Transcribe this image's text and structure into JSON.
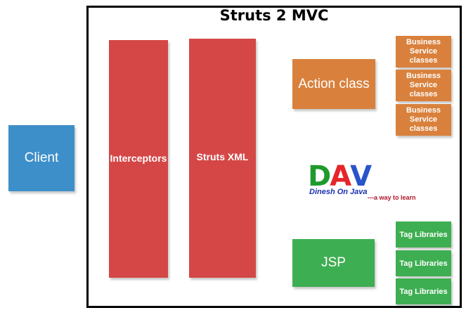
{
  "title": "Struts 2 MVC",
  "client": {
    "label": "Client",
    "color": "#3d8fc9"
  },
  "interceptors": {
    "label": "Interceptors",
    "color": "#d54747"
  },
  "struts_xml": {
    "label": "Struts XML",
    "color": "#d54747"
  },
  "action_class": {
    "label": "Action class",
    "color": "#d9813c"
  },
  "business_service": [
    {
      "line1": "Business",
      "line2": "Service",
      "line3": "classes"
    },
    {
      "line1": "Business",
      "line2": "Service",
      "line3": "classes"
    },
    {
      "line1": "Business",
      "line2": "Service",
      "line3": "classes"
    }
  ],
  "jsp": {
    "label": "JSP",
    "color": "#3eae52"
  },
  "tag_libraries": [
    {
      "label": "Tag Libraries"
    },
    {
      "label": "Tag Libraries"
    },
    {
      "label": "Tag Libraries"
    }
  ],
  "logo": {
    "letters": [
      "D",
      "A",
      "V"
    ],
    "name": "Dinesh On Java",
    "tagline": "---a way to learn"
  }
}
